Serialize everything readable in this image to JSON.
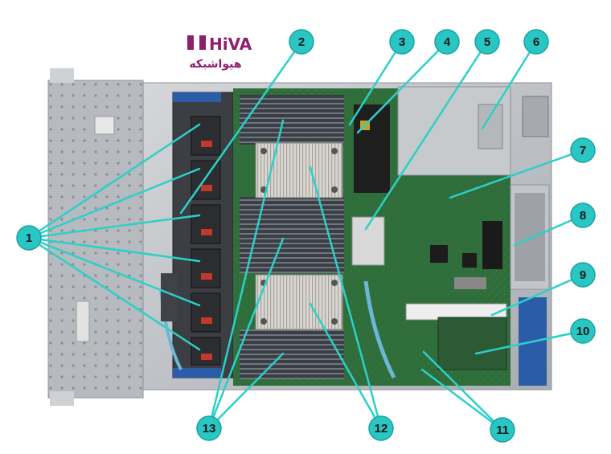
{
  "brand": {
    "name": "HiVA",
    "tagline": "هیواشبکه",
    "color": "#8e1e6e"
  },
  "colors": {
    "callout_fill": "#29c6c3",
    "callout_stroke": "#1aa3a1",
    "leader_line": "#2bd0c9",
    "chassis_metal": "#bfc2c6",
    "motherboard": "#2e6b3a",
    "fan_red": "#c0392b",
    "blue_clip": "#2a5ca8"
  },
  "callouts": [
    {
      "id": "callout-1",
      "label": "1"
    },
    {
      "id": "callout-2",
      "label": "2"
    },
    {
      "id": "callout-3",
      "label": "3"
    },
    {
      "id": "callout-4",
      "label": "4"
    },
    {
      "id": "callout-5",
      "label": "5"
    },
    {
      "id": "callout-6",
      "label": "6"
    },
    {
      "id": "callout-7",
      "label": "7"
    },
    {
      "id": "callout-8",
      "label": "8"
    },
    {
      "id": "callout-9",
      "label": "9"
    },
    {
      "id": "callout-10",
      "label": "10"
    },
    {
      "id": "callout-11",
      "label": "11"
    },
    {
      "id": "callout-12",
      "label": "12"
    },
    {
      "id": "callout-13",
      "label": "13"
    }
  ]
}
